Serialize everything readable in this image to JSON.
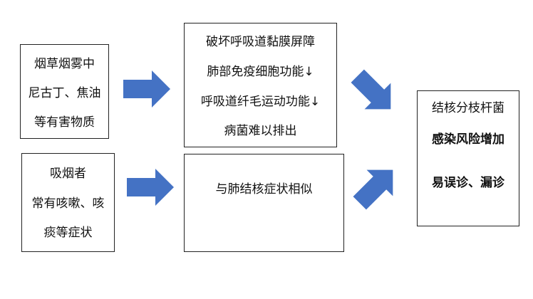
{
  "colors": {
    "arrow": "#4472C4",
    "border": "#222222"
  },
  "box_smoke": {
    "lines": [
      "烟草烟雾中",
      "尼古丁、焦油",
      "等有害物质"
    ]
  },
  "box_smoker": {
    "lines": [
      "吸烟者",
      "常有咳嗽、咳",
      "痰等症状"
    ]
  },
  "box_damage": {
    "lines": [
      "破坏呼吸道黏膜屏障",
      "肺部免疫细胞功能↓",
      "呼吸道纤毛运动功能↓",
      "病菌难以排出"
    ]
  },
  "box_similar": {
    "lines": [
      "与肺结核症状相似"
    ]
  },
  "box_result": {
    "lines": [
      "结核分枝杆菌",
      "感染风险增加",
      "易误诊、漏诊"
    ]
  }
}
